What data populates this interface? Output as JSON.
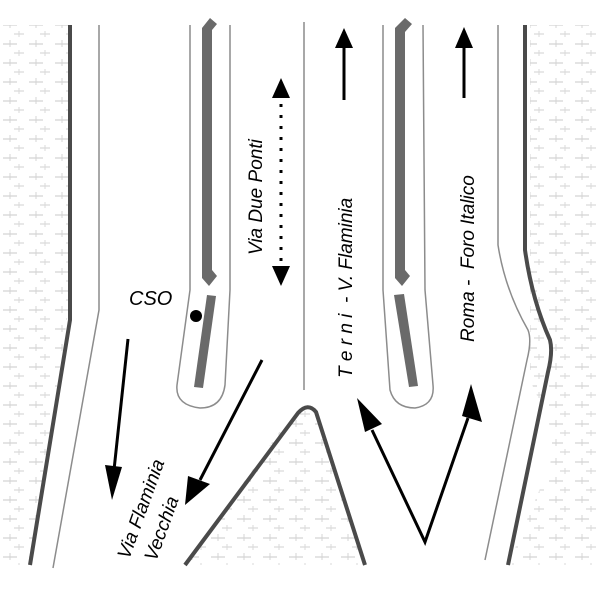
{
  "title": "Road junction diagram",
  "colors": {
    "background": "#ffffff",
    "road_edge_thick": "#4a4a4a",
    "road_edge_thin": "#8c8c8c",
    "median": "#6a6a6a",
    "arrow": "#000000",
    "terrain_hatch": "#c8c8c8"
  },
  "labels": {
    "via_due_ponti": "Via Due Ponti",
    "terni_flaminia": "T e r n i  - V. Flaminia",
    "roma_foro_italico": "Roma -  Foro Italico",
    "cso": "CSO",
    "via_flaminia": "Via Flaminia",
    "vecchia": "Vecchia"
  },
  "arrows": [
    {
      "name": "northbound-terni-arrow",
      "direction": "up"
    },
    {
      "name": "northbound-roma-arrow",
      "direction": "up"
    },
    {
      "name": "via-due-ponti-two-way-arrow",
      "direction": "both",
      "style": "dotted"
    },
    {
      "name": "flaminia-vecchia-arrow-left",
      "direction": "down-left"
    },
    {
      "name": "flaminia-vecchia-arrow-right",
      "direction": "down-left"
    },
    {
      "name": "split-arrow-left",
      "direction": "up-left"
    },
    {
      "name": "split-arrow-right",
      "direction": "up-right"
    }
  ],
  "markers": [
    {
      "name": "cso-point",
      "label": "CSO"
    }
  ]
}
